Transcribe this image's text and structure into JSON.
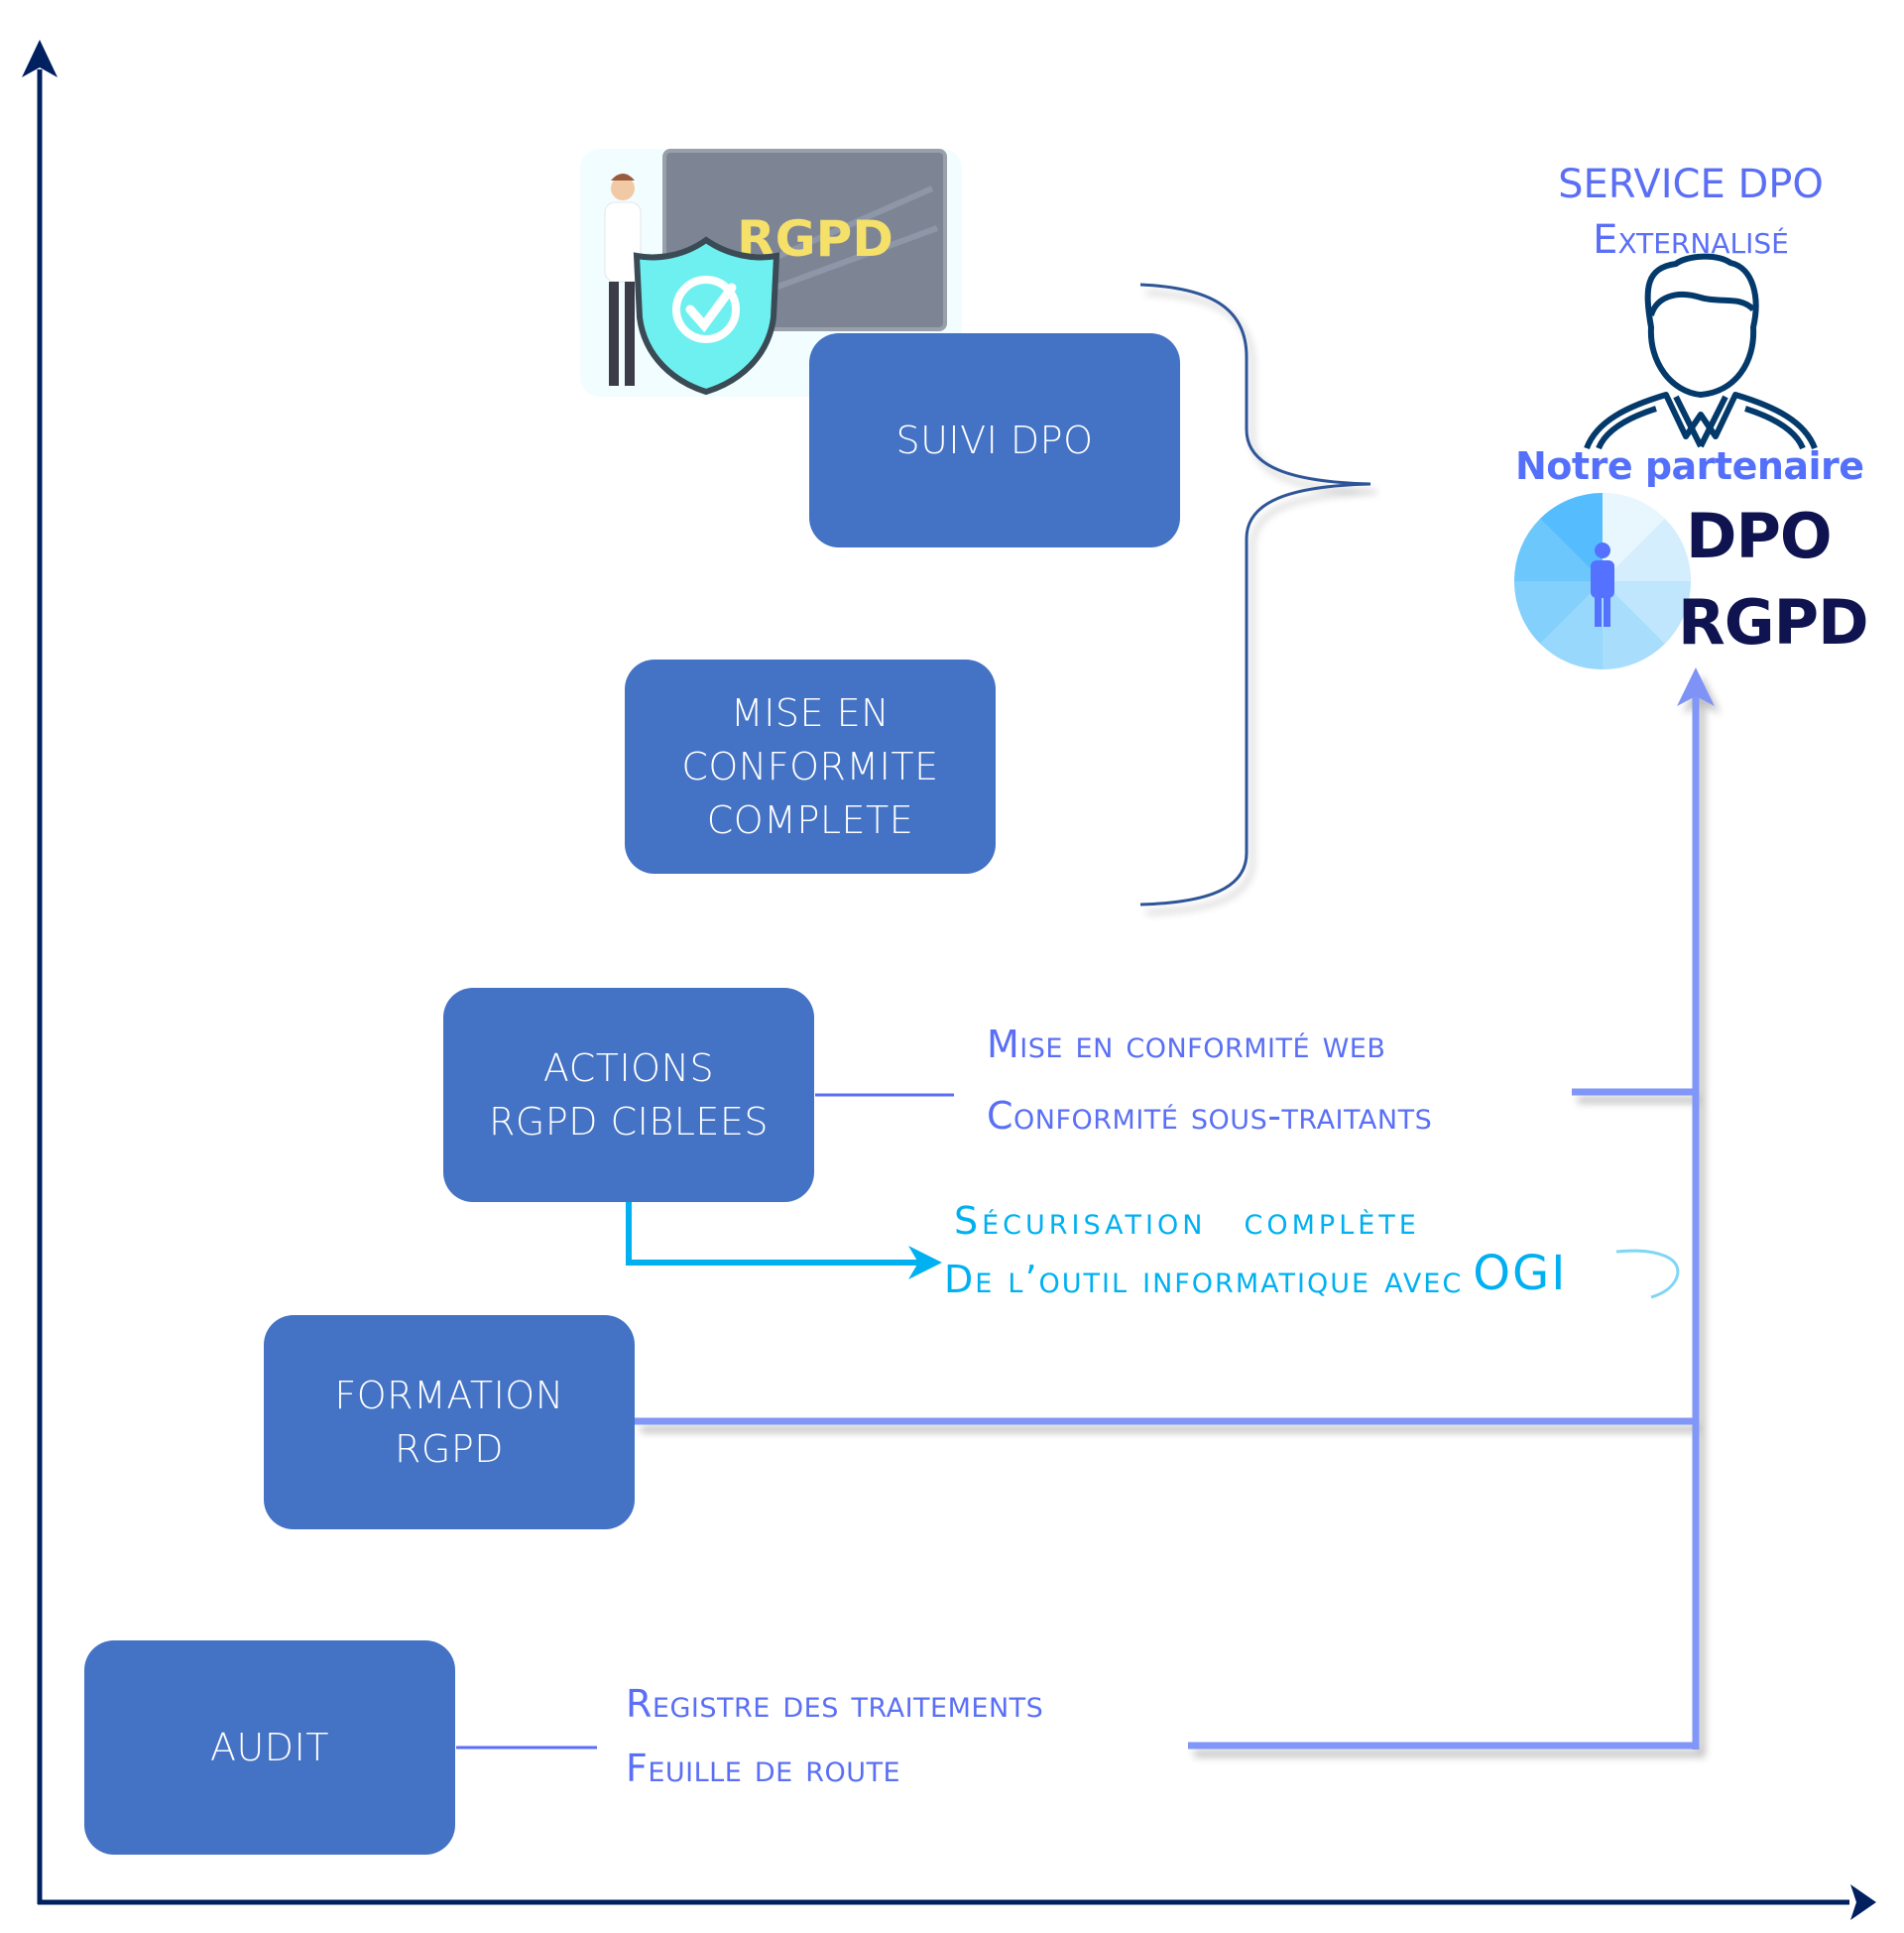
{
  "colors": {
    "axis": "#002060",
    "box_fill": "#4472C4",
    "box_text": "#FFFFFF",
    "brace": "#2F5597",
    "flow_line": "#8096F8",
    "connector": "#5B6EF5",
    "label_text": "#5A6FF5",
    "security_text": "#00B0F0",
    "logo_dark": "#0F1450"
  },
  "steps": [
    {
      "id": "audit",
      "lines": [
        "AUDIT"
      ]
    },
    {
      "id": "formation",
      "lines": [
        "FORMATION",
        "RGPD"
      ]
    },
    {
      "id": "actions",
      "lines": [
        "ACTIONS",
        "RGPD CIBLEES"
      ]
    },
    {
      "id": "mise",
      "lines": [
        "MISE EN",
        "CONFORMITE",
        "COMPLETE"
      ]
    },
    {
      "id": "suivi",
      "lines": [
        "SUIVI DPO"
      ]
    }
  ],
  "audit_details": [
    "Registre des traitements",
    "Feuille de route"
  ],
  "actions_details": [
    "Mise en conformité web",
    "Conformité sous-traitants"
  ],
  "security": {
    "line1": "Sécurisation complète",
    "line2": "De l’outil informatique avec",
    "brand": "OGI"
  },
  "illustration": {
    "monitor_label": "RGPD",
    "icon": "shield-check-icon"
  },
  "service": {
    "line1": "SERVICE DPO",
    "line2": "Externalisé",
    "icon": "person-bust-icon"
  },
  "partner": {
    "label": "Notre partenaire",
    "logo_line1": "DPO",
    "logo_line2": "RGPD",
    "logo_icon": "person-circle-icon"
  },
  "axes": {
    "x_icon": "arrow-right-icon",
    "y_icon": "arrow-up-icon"
  }
}
